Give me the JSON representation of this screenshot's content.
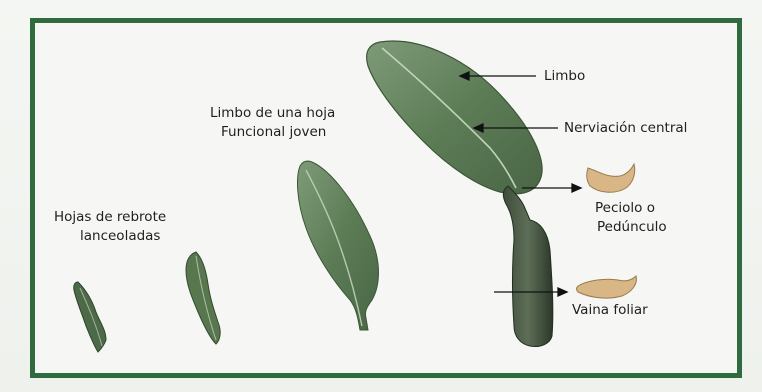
{
  "figure": {
    "labels": {
      "hojas_rebrote_line1": "Hojas de rebrote",
      "hojas_rebrote_line2": "lanceoladas",
      "limbo_joven_line1": "Limbo de una hoja",
      "limbo_joven_line2": "Funcional joven",
      "limbo": "Limbo",
      "nerviacion": "Nerviación central",
      "peciolo_line1": "Peciolo o",
      "peciolo_line2": "Pedúnculo",
      "vaina": "Vaina foliar"
    },
    "colors": {
      "frame": "#2f6b3f",
      "leaf_dark": "#4f6e49",
      "leaf_light": "#8aa584",
      "petiole": "#2d3a2a",
      "section": "#d8b685"
    }
  }
}
